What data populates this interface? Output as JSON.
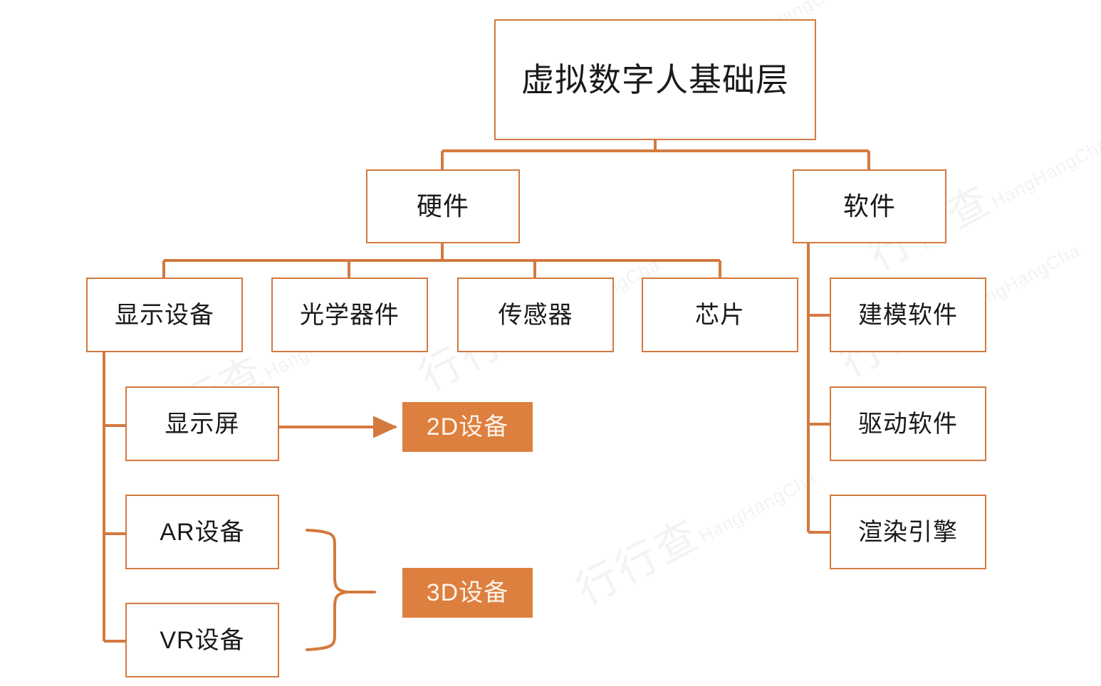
{
  "diagram": {
    "title": "虚拟数字人基础层",
    "type": "tree-hierarchy",
    "colors": {
      "border": "#d4793f",
      "connector": "#d4793f",
      "badge_fill": "#dd7f3e",
      "badge_text": "#fdf3ea",
      "node_text": "#1a1a1a",
      "background": "#ffffff",
      "watermark": "#f3f3f3"
    },
    "root": {
      "label": "虚拟数字人基础层"
    },
    "level2": [
      {
        "id": "hardware",
        "label": "硬件"
      },
      {
        "id": "software",
        "label": "软件"
      }
    ],
    "hardware_children": [
      {
        "id": "display-device",
        "label": "显示设备"
      },
      {
        "id": "optical-component",
        "label": "光学器件"
      },
      {
        "id": "sensor",
        "label": "传感器"
      },
      {
        "id": "chip",
        "label": "芯片"
      }
    ],
    "software_children": [
      {
        "id": "modeling-software",
        "label": "建模软件"
      },
      {
        "id": "driver-software",
        "label": "驱动软件"
      },
      {
        "id": "render-engine",
        "label": "渲染引擎"
      }
    ],
    "display_device_children": [
      {
        "id": "screen",
        "label": "显示屏"
      },
      {
        "id": "ar-device",
        "label": "AR设备"
      },
      {
        "id": "vr-device",
        "label": "VR设备"
      }
    ],
    "badges": [
      {
        "id": "2d-device",
        "label": "2D设备"
      },
      {
        "id": "3d-device",
        "label": "3D设备"
      }
    ],
    "watermarks": [
      {
        "main": "行行查",
        "sub": "HangHangCha"
      },
      {
        "main": "行行查",
        "sub": "HangHangCha"
      },
      {
        "main": "行行查",
        "sub": "HangHangCha"
      },
      {
        "main": "行行查",
        "sub": "HangHangCha"
      },
      {
        "main": "行行查",
        "sub": "HangHangCha"
      },
      {
        "main": "行行查",
        "sub": "HangHangCha"
      }
    ]
  }
}
